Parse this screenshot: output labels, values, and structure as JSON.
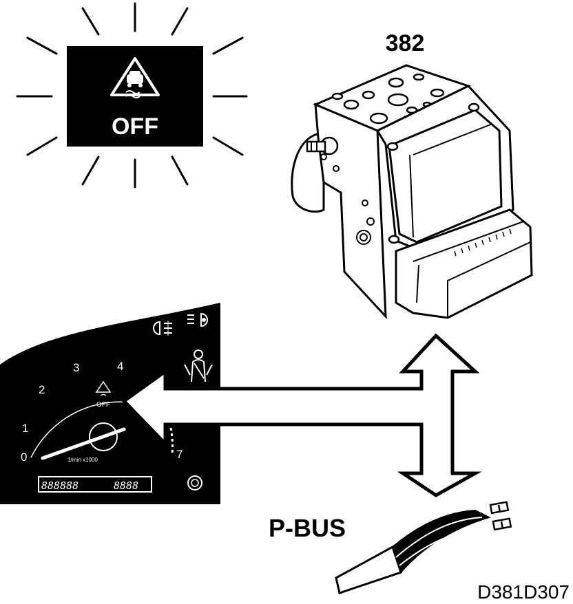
{
  "warning_light": {
    "label": "OFF",
    "icon": "traction-control-off-icon",
    "state": "lit"
  },
  "module": {
    "number": "382"
  },
  "bus": {
    "label": "P-BUS"
  },
  "instrument_cluster": {
    "tachometer": {
      "scale_labels": [
        "0",
        "1",
        "2",
        "3",
        "4",
        "7"
      ],
      "unit_label": "1/min x1000"
    },
    "warning_lamp_label": "OFF",
    "odometer_display": "888888",
    "trip_display": "8888",
    "icons": [
      "fog-lamp-icon",
      "headlamp-icon",
      "seatbelt-icon",
      "traction-control-off-icon"
    ]
  },
  "figure_code": "D381D307"
}
